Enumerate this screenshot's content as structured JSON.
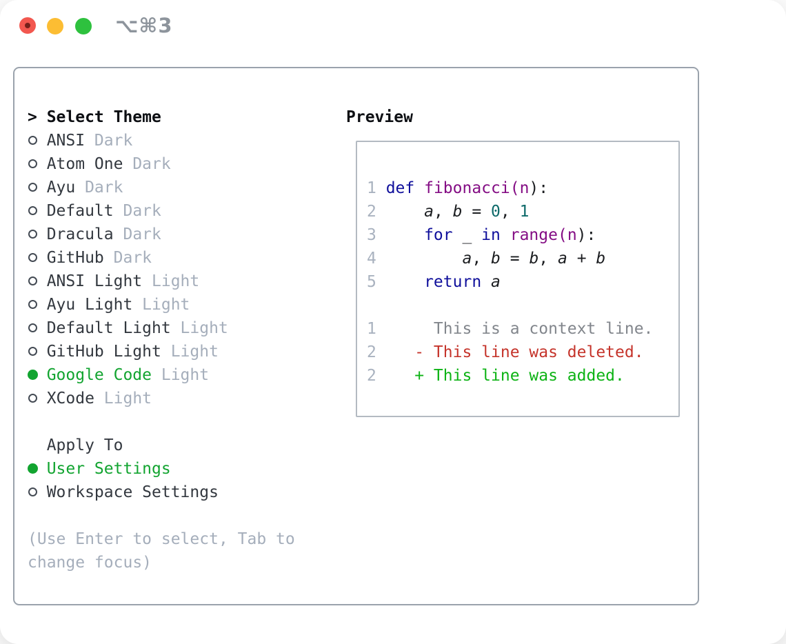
{
  "window": {
    "shortcut": "⌥⌘3"
  },
  "left_panel": {
    "prompt": ">",
    "title": "Select Theme",
    "themes": [
      {
        "name": "ANSI",
        "variant": "Dark",
        "selected": false
      },
      {
        "name": "Atom One",
        "variant": "Dark",
        "selected": false
      },
      {
        "name": "Ayu",
        "variant": "Dark",
        "selected": false
      },
      {
        "name": "Default",
        "variant": "Dark",
        "selected": false
      },
      {
        "name": "Dracula",
        "variant": "Dark",
        "selected": false
      },
      {
        "name": "GitHub",
        "variant": "Dark",
        "selected": false
      },
      {
        "name": "ANSI Light",
        "variant": "Light",
        "selected": false
      },
      {
        "name": "Ayu Light",
        "variant": "Light",
        "selected": false
      },
      {
        "name": "Default Light",
        "variant": "Light",
        "selected": false
      },
      {
        "name": "GitHub Light",
        "variant": "Light",
        "selected": false
      },
      {
        "name": "Google Code",
        "variant": "Light",
        "selected": true
      },
      {
        "name": "XCode",
        "variant": "Light",
        "selected": false
      }
    ],
    "apply_to": {
      "label": "Apply To",
      "options": [
        {
          "name": "User Settings",
          "selected": true
        },
        {
          "name": "Workspace Settings",
          "selected": false
        }
      ]
    },
    "hint_line1": "(Use Enter to select, Tab to",
    "hint_line2": "change focus)"
  },
  "preview": {
    "label": "Preview",
    "lines": [
      {
        "num": "1",
        "tokens": [
          {
            "t": "def",
            "c": "kw"
          },
          {
            "t": " ",
            "c": "pl"
          },
          {
            "t": "fibonacci(n",
            "c": "fn"
          },
          {
            "t": "):",
            "c": "pl"
          }
        ]
      },
      {
        "num": "2",
        "tokens": [
          {
            "t": "    ",
            "c": "pl"
          },
          {
            "t": "a",
            "c": "var"
          },
          {
            "t": ", ",
            "c": "pl"
          },
          {
            "t": "b",
            "c": "var"
          },
          {
            "t": " = ",
            "c": "pl"
          },
          {
            "t": "0",
            "c": "lit"
          },
          {
            "t": ", ",
            "c": "pl"
          },
          {
            "t": "1",
            "c": "lit"
          }
        ]
      },
      {
        "num": "3",
        "tokens": [
          {
            "t": "    ",
            "c": "pl"
          },
          {
            "t": "for",
            "c": "kw"
          },
          {
            "t": " _ ",
            "c": "pl"
          },
          {
            "t": "in",
            "c": "kw"
          },
          {
            "t": " ",
            "c": "pl"
          },
          {
            "t": "range(n",
            "c": "fn"
          },
          {
            "t": "):",
            "c": "pl"
          }
        ]
      },
      {
        "num": "4",
        "tokens": [
          {
            "t": "        ",
            "c": "pl"
          },
          {
            "t": "a",
            "c": "var"
          },
          {
            "t": ", ",
            "c": "pl"
          },
          {
            "t": "b",
            "c": "var"
          },
          {
            "t": " = ",
            "c": "pl"
          },
          {
            "t": "b",
            "c": "var"
          },
          {
            "t": ", ",
            "c": "pl"
          },
          {
            "t": "a",
            "c": "var"
          },
          {
            "t": " + ",
            "c": "pl"
          },
          {
            "t": "b",
            "c": "var"
          }
        ]
      },
      {
        "num": "5",
        "tokens": [
          {
            "t": "    ",
            "c": "pl"
          },
          {
            "t": "return",
            "c": "kw"
          },
          {
            "t": " ",
            "c": "pl"
          },
          {
            "t": "a",
            "c": "var"
          }
        ]
      },
      {
        "num": "",
        "tokens": []
      },
      {
        "num": "1",
        "tokens": [
          {
            "t": "     This is a context line.",
            "c": "ctx"
          }
        ]
      },
      {
        "num": "2",
        "tokens": [
          {
            "t": "   - This line was deleted.",
            "c": "del"
          }
        ]
      },
      {
        "num": "2",
        "tokens": [
          {
            "t": "   + This line was added.",
            "c": "add"
          }
        ]
      }
    ]
  },
  "colors": {
    "selection_green": "#12a430",
    "muted_gray": "#a5aebb",
    "item_text": "#33383f",
    "panel_border": "#9aa2ac",
    "preview_border": "#b3bac2",
    "traffic_red": "#f2574f",
    "traffic_yellow": "#fcbd33",
    "traffic_green": "#2ec13e",
    "syntax_keyword": "#0f0f9b",
    "syntax_function": "#840d84",
    "syntax_literal": "#0e6a6a",
    "diff_deleted": "#c5342b",
    "diff_added": "#0db315",
    "line_number": "#a9b2bf",
    "context_text": "#82868c"
  }
}
